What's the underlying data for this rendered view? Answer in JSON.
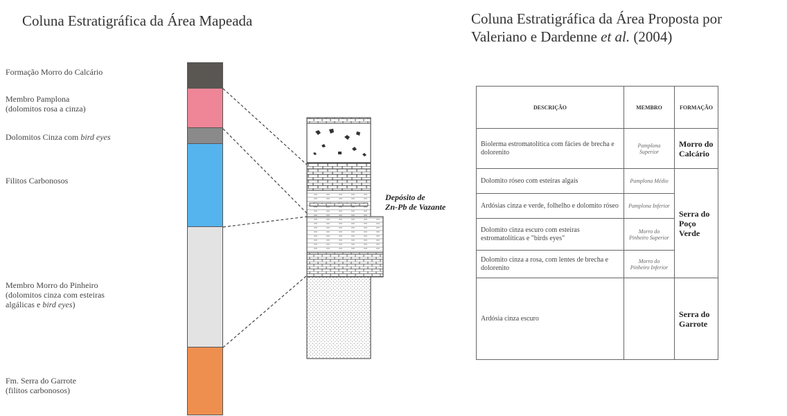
{
  "title_left": "Coluna Estratigráfica da Área Mapeada",
  "title_right_line1": "Coluna Estratigráfica da Área Proposta por",
  "title_right_line2_main": "Valeriano e Dardenne",
  "title_right_line2_italic": "et al.",
  "title_right_line2_year": "(2004)",
  "units": [
    {
      "text": "Formação Morro do Calcário",
      "color": "#5a5651"
    },
    {
      "text": "Membro Pamplona",
      "text2": "(dolomitos rosa a cinza)",
      "color": "#ee8697"
    },
    {
      "text": "Dolomitos Cinza com",
      "italic": "bird eyes",
      "color": "#8a8a8a"
    },
    {
      "text": "Filitos Carbonosos",
      "color": "#55b4ee"
    },
    {
      "text": "Membro Morro do Pinheiro",
      "text2": "(dolomitos cinza com esteiras",
      "text3a": "algálicas e",
      "text3_italic": "bird eyes",
      "text3b": ")",
      "color": "#e3e3e3"
    },
    {
      "text": "Fm. Serra do Garrote",
      "text2": "(filitos carbonosos)",
      "color": "#ee8f4f"
    }
  ],
  "deposit_label_line1": "Depósito de",
  "deposit_label_line2": "Zn-Pb de Vazante",
  "table": {
    "headers": [
      "DESCRIÇÃO",
      "MEMBRO",
      "FORMAÇÃO"
    ],
    "rows": [
      {
        "desc": "Biolerma estromatolítica com fácies de brecha e dolorenito",
        "member": "Pamplona Superior"
      },
      {
        "desc": "Dolomito róseo com esteiras algais",
        "member": "Pamplona Médio"
      },
      {
        "desc": "Ardósias cinza e verde, folhelho e dolomito róseo",
        "member": "Pamplona Inferior"
      },
      {
        "desc": "Dolomito cinza escuro com esteiras estromatolíticas e \"birds eyes\"",
        "member": "Morro do Pinheiro Superior"
      },
      {
        "desc": "Dolomito cinza a rosa, com lentes de brecha e dolorenito",
        "member": "Morro do Pinheiro Inferior"
      },
      {
        "desc": "Ardósia cinza escuro",
        "member": ""
      }
    ],
    "formations": [
      "Morro do Calcário",
      "Serra do Poço Verde",
      "Serra do Garrote"
    ]
  }
}
